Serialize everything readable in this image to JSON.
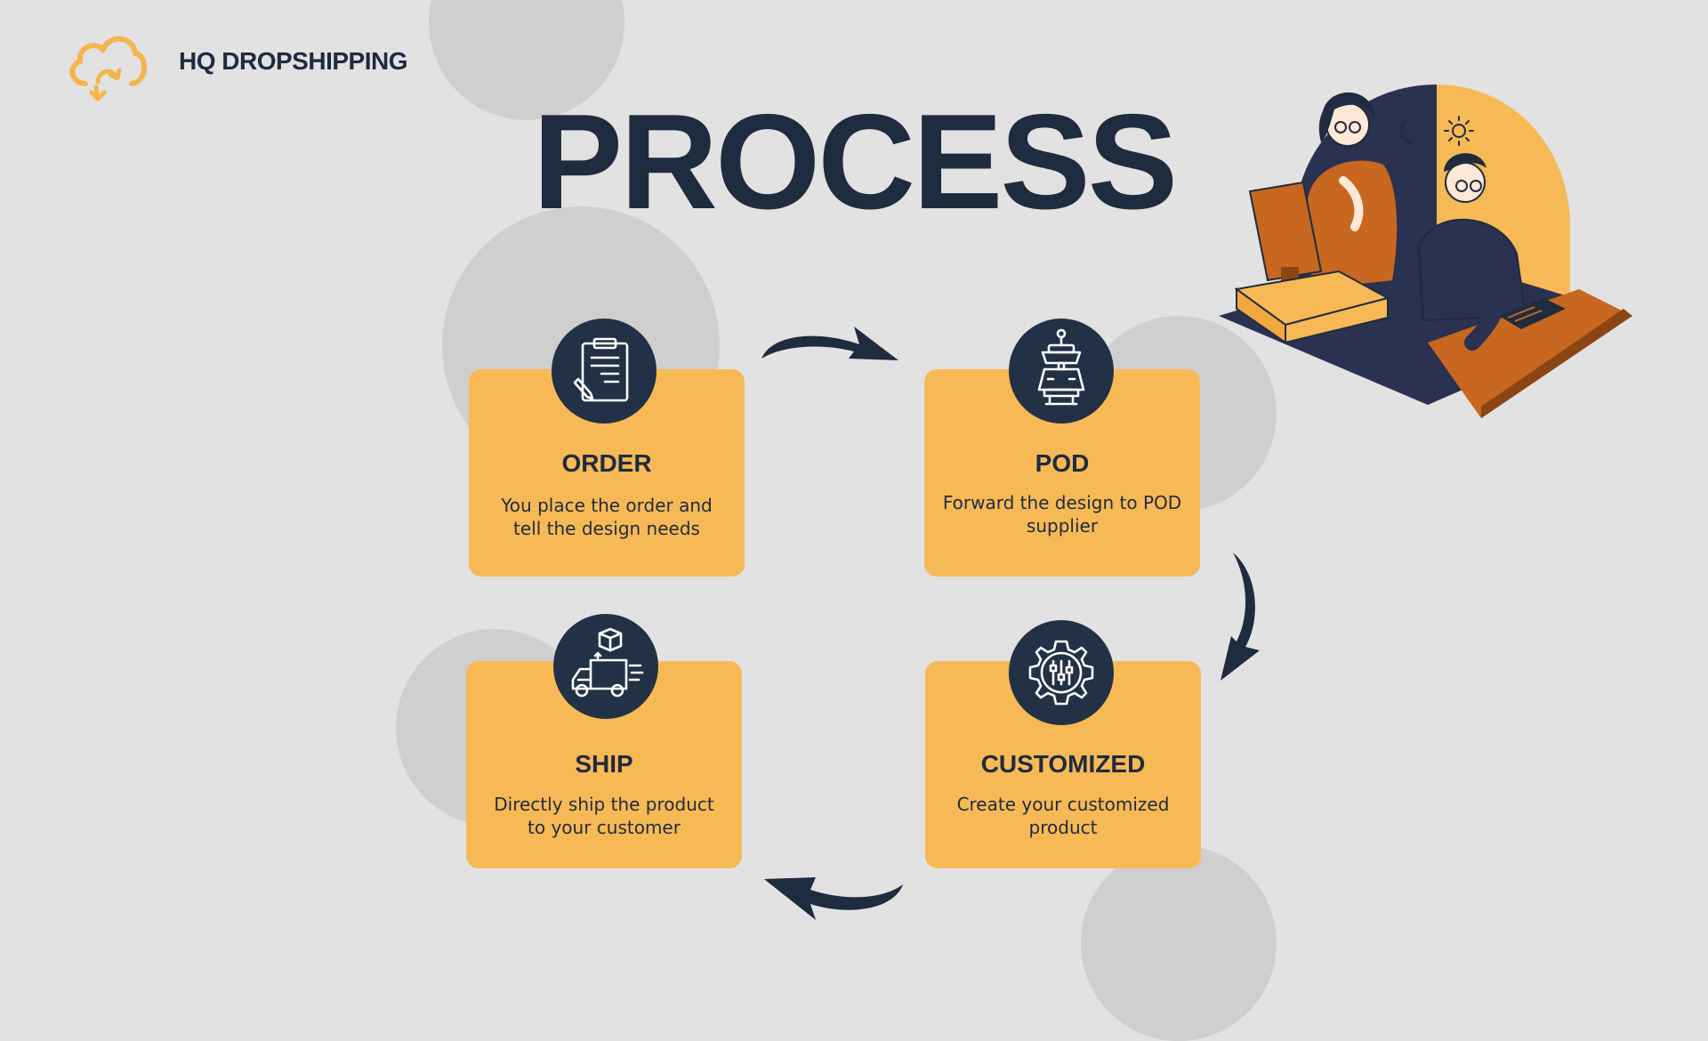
{
  "brand": {
    "name": "HQ DROPSHIPPING",
    "logo_icon": "cloud-sync-icon"
  },
  "title": "PROCESS",
  "colors": {
    "navy": "#1f2b3e",
    "card": "#f7b955",
    "background": "#e2e2e2",
    "circle": "#cfcfcf"
  },
  "steps": [
    {
      "id": "order",
      "title": "ORDER",
      "description": "You place the order and tell the design needs",
      "icon": "clipboard-icon"
    },
    {
      "id": "pod",
      "title": "POD",
      "description": "Forward the design to POD supplier",
      "icon": "heat-press-icon"
    },
    {
      "id": "customized",
      "title": "CUSTOMIZED",
      "description": "Create your customized product",
      "icon": "gear-sliders-icon"
    },
    {
      "id": "ship",
      "title": "SHIP",
      "description": "Directly ship the product to your customer",
      "icon": "delivery-truck-icon"
    }
  ],
  "illustration": "people-at-workstation-illustration"
}
